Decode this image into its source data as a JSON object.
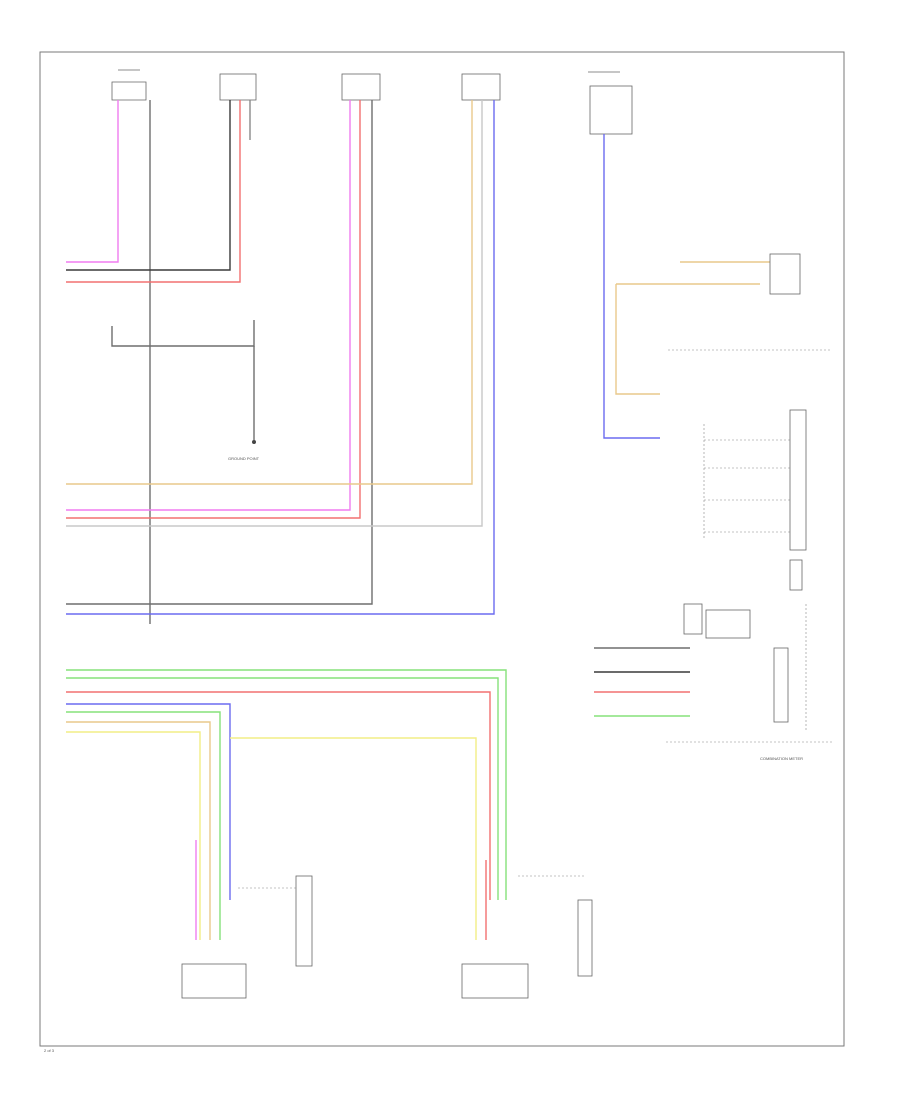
{
  "colors": {
    "pink": "#f07cf0",
    "gray": "#6e6e6e",
    "red": "#f27070",
    "blue": "#6b6bf0",
    "yellow_tan": "#e9c98b",
    "green": "#86e27a",
    "yellow": "#f2ee86",
    "black": "#3a3a3a",
    "light": "#c8c8c8"
  },
  "labels": {
    "right_box_caption": "COMBINATION METER",
    "ground_label": "GROUND POINT",
    "footer_code": "2 of 3"
  }
}
